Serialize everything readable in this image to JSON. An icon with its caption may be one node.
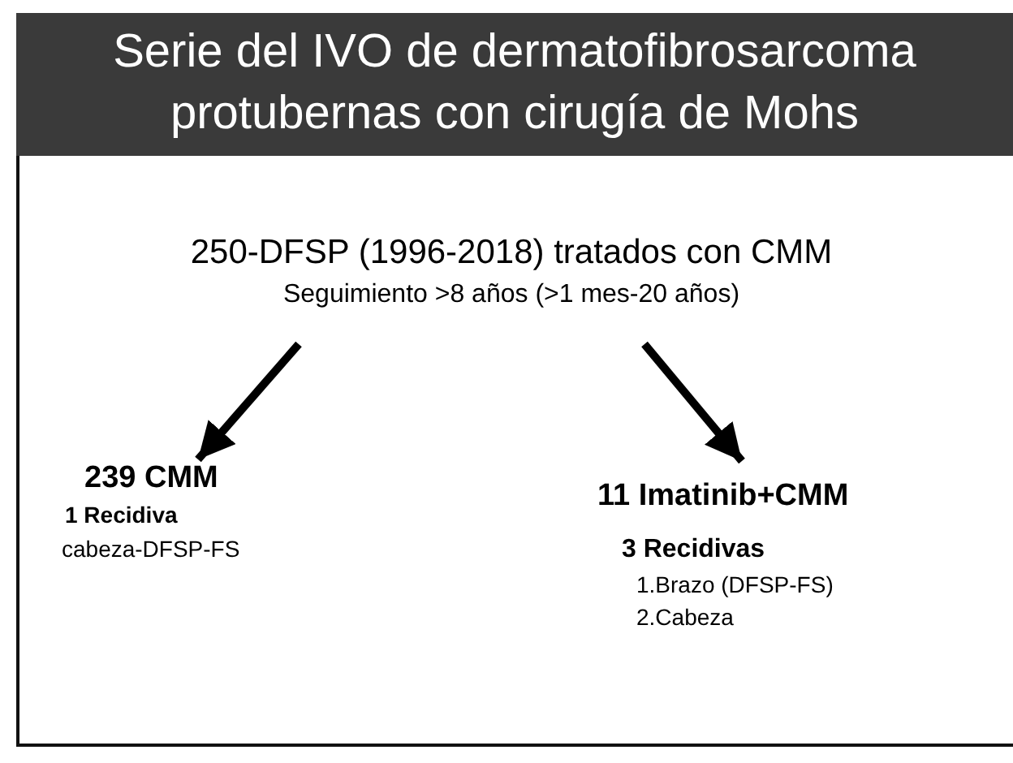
{
  "diagram": {
    "title": "Serie del IVO de dermatofibrosarcoma protubernas con cirugía de Mohs",
    "nodes": [
      {
        "text": [
          "250-DFSP (1996-2018) tratados con CMM",
          "Seguimiento >8 años (>1 mes-20 años)"
        ]
      },
      {
        "text": [
          "239 CMM",
          "1 Recidiva",
          "cabeza-DFSP-FS"
        ]
      },
      {
        "text": [
          "11 Imatinib+CMM",
          "3 Recidivas",
          "1.Brazo (DFSP-FS)",
          "2.Cabeza"
        ]
      }
    ],
    "edges": [
      {
        "from": 0,
        "to": 1,
        "arrow": "to"
      },
      {
        "from": 0,
        "to": 2,
        "arrow": "to"
      }
    ]
  }
}
